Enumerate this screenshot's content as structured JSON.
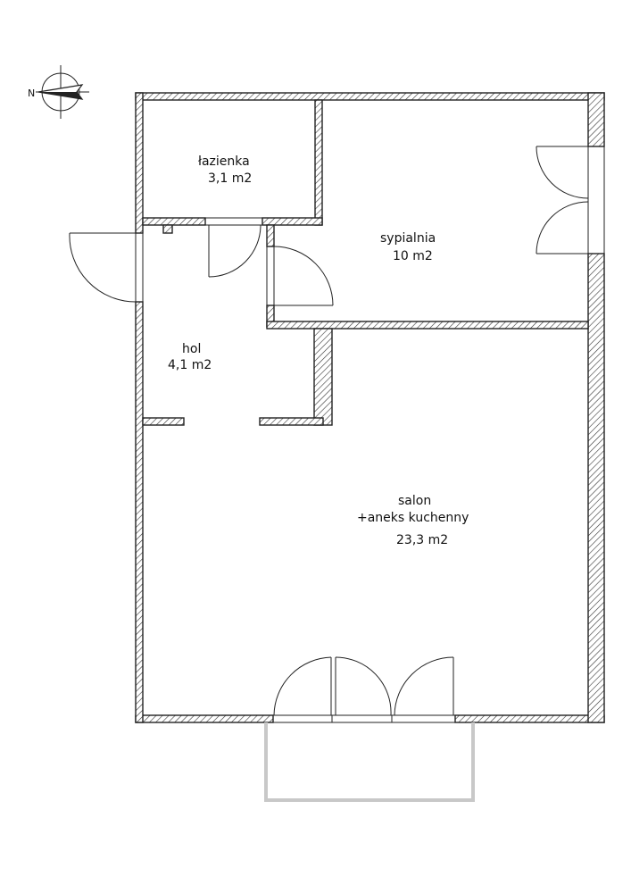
{
  "compass": {
    "letter": "N",
    "icon": "north-arrow-icon"
  },
  "rooms": [
    {
      "id": "lazienka",
      "name": "łazienka",
      "area": "3,1 m2"
    },
    {
      "id": "sypialnia",
      "name": "sypialnia",
      "area": "10 m2"
    },
    {
      "id": "hol",
      "name": "hol",
      "area": "4,1 m2"
    },
    {
      "id": "salon",
      "name_line1": "salon",
      "name_line2": "+aneks kuchenny",
      "area": "23,3 m2"
    }
  ],
  "colors": {
    "wall_outline": "#222222",
    "hatch": "#333333",
    "balcony": "#c8c8c8"
  }
}
